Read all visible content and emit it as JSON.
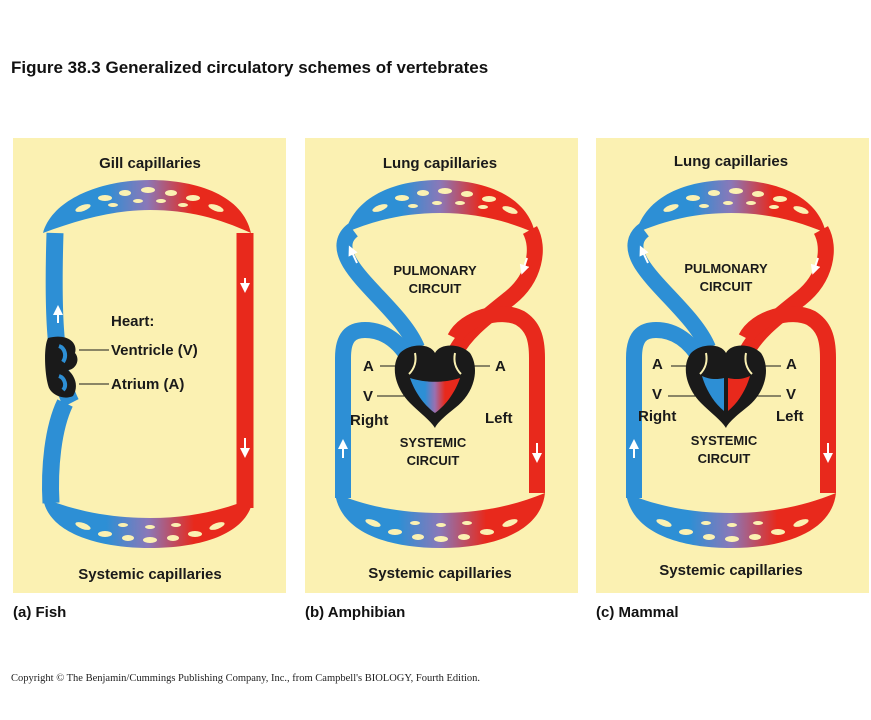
{
  "title": "Figure 38.3  Generalized circulatory schemes of vertebrates",
  "colors": {
    "oxygen_poor": "#2d8fd5",
    "oxygen_rich": "#e8291c",
    "panel_bg": "#fbf1b2",
    "heart": "#1a1a1a"
  },
  "panels": {
    "fish": {
      "caption": "(a) Fish",
      "top_label": "Gill capillaries",
      "bottom_label": "Systemic capillaries",
      "heart_label": "Heart:",
      "ventricle_label": "Ventricle (V)",
      "atrium_label": "Atrium (A)"
    },
    "amphibian": {
      "caption": "(b) Amphibian",
      "top_label": "Lung capillaries",
      "bottom_label": "Systemic capillaries",
      "pulmonary_line1": "Pulmonary",
      "pulmonary_line2": "circuit",
      "systemic_line1": "Systemic",
      "systemic_line2": "circuit",
      "atrium_left": "A",
      "atrium_right": "A",
      "ventricle": "V",
      "right_label": "Right",
      "left_label": "Left"
    },
    "mammal": {
      "caption": "(c) Mammal",
      "top_label": "Lung capillaries",
      "bottom_label": "Systemic capillaries",
      "pulmonary_line1": "Pulmonary",
      "pulmonary_line2": "circuit",
      "systemic_line1": "Systemic",
      "systemic_line2": "circuit",
      "atrium_left": "A",
      "atrium_right": "A",
      "ventricle_left": "V",
      "ventricle_right": "V",
      "right_label": "Right",
      "left_label": "Left"
    }
  },
  "copyright": "Copyright © The Benjamin/Cummings Publishing Company, Inc., from Campbell's BIOLOGY, Fourth Edition."
}
